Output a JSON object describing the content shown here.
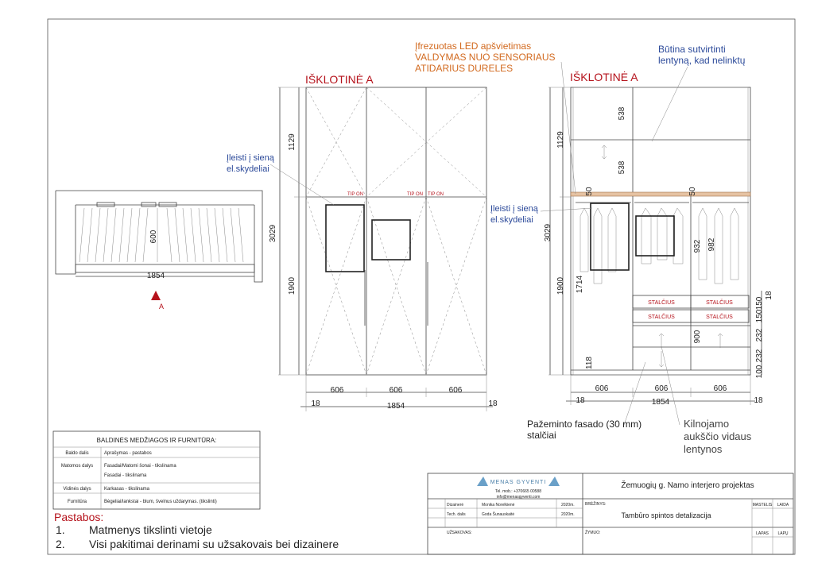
{
  "views": {
    "elevation_left_title": "IŠKLOTINĖ A",
    "elevation_right_title": "IŠKLOTINĖ A",
    "plan_marker": "A"
  },
  "plan": {
    "width_dim": "1854",
    "depth_dim": "600"
  },
  "front": {
    "tip_on_1": "TIP ON",
    "tip_on_2": "TIP ON",
    "tip_on_3": "TIP ON",
    "dim_top": "1129",
    "dim_bottom": "1900",
    "dim_total": "3029",
    "dim_w1": "606",
    "dim_w2": "606",
    "dim_w3": "606",
    "dim_left": "18",
    "dim_right": "18",
    "dim_width": "1854",
    "note_boxes": "Įleisti į sieną\nel.skydeliai"
  },
  "interior": {
    "dim_top": "1129",
    "dim_bottom": "1900",
    "dim_total": "3029",
    "dim_538a": "538",
    "dim_538b": "538",
    "dim_50a": "50",
    "dim_50b": "50",
    "dim_932": "932",
    "dim_982": "982",
    "dim_1714": "1714",
    "dim_900": "900",
    "dim_118": "118",
    "dim_w1": "606",
    "dim_w2": "606",
    "dim_w3": "606",
    "dim_left": "18",
    "dim_right": "18",
    "dim_width": "1854",
    "right_dims": [
      "100",
      "232",
      "232",
      "150",
      "150",
      "18"
    ],
    "stalcius": [
      "STALČIUS",
      "STALČIUS",
      "STALČIUS",
      "STALČIUS"
    ],
    "note_boxes": "Įleisti į sieną\nel.skydeliai"
  },
  "notes": {
    "led_1": "Įfrezuotas LED apšvietimas",
    "led_2": "VALDYMAS NUO SENSORIAUS",
    "led_3": "ATIDARIUS DURELES",
    "shelf_1": "Būtina sutvirtinti",
    "shelf_2": "lentyną, kad nelinktų",
    "facade_1": "Pažeminto fasado (30 mm)",
    "facade_2": "stalčiai",
    "adjust_1": "Kilnojamo",
    "adjust_2": "aukščio vidaus",
    "adjust_3": "lentynos"
  },
  "materials": {
    "title": "BALDINĖS MEDŽIAGOS IR FURNITŪRA:",
    "rows": [
      {
        "part": "Baldo dalis",
        "desc": "Aprašymas - pastabos"
      },
      {
        "part": "Matomos dalys",
        "desc": "Fasadai/Matomi šonai - tikslinama"
      },
      {
        "part": "",
        "desc": "Fasadai - tikslinama"
      },
      {
        "part": "Vidinės dalys",
        "desc": "Karkasas - tikslinama"
      },
      {
        "part": "Furnitūra",
        "desc": "Bėgeliai/lankstai - blum, švelnus uždarymas. (tikslinti)"
      }
    ]
  },
  "remarks": {
    "title": "Pastabos:",
    "items": [
      {
        "num": "1.",
        "text": "Matmenys tikslinti vietoje"
      },
      {
        "num": "2.",
        "text": "Visi pakitimai derinami su užsakovais bei dizainere"
      }
    ]
  },
  "titleblock": {
    "logo": "MENAS GYVENTI",
    "contact_1": "Tel. mob.: +370665 00588",
    "contact_2": "info@menasgyventi.com",
    "project": "Žemuogių g. Namo interjero projektas",
    "label_designer": "Dizainerė",
    "designer": "Monika Norelkienė",
    "year_1": "2020m.",
    "label_tech": "Tech. dalis",
    "tech": "Goda Šunauskaitė",
    "year_2": "2020m.",
    "label_drawing": "BRĖŽINYS:",
    "drawing": "Tambūro spintos detalizacija",
    "label_scale": "MASTELIS",
    "label_edition": "LAIDA",
    "label_client": "UŽSAKOVAS:",
    "label_note": "ŽYMUO:",
    "label_sheet": "LAPAS",
    "label_sheets": "LAPŲ"
  }
}
